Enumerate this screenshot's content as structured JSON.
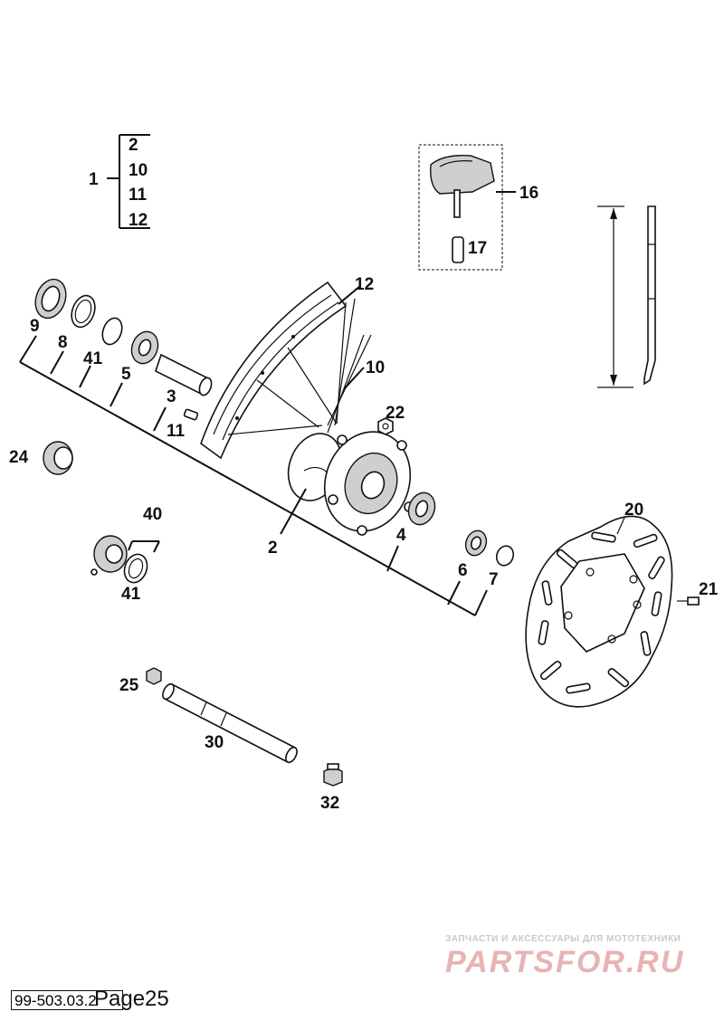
{
  "callouts": {
    "c1": "1",
    "c2a": "2",
    "c10a": "10",
    "c11a": "11",
    "c12a": "12",
    "c16": "16",
    "c17": "17",
    "c9": "9",
    "c8": "8",
    "c41a": "41",
    "c5": "5",
    "c3": "3",
    "c11b": "11",
    "c12b": "12",
    "c10b": "10",
    "c22": "22",
    "c24": "24",
    "c40": "40",
    "c41b": "41",
    "c2b": "2",
    "c4": "4",
    "c6": "6",
    "c7": "7",
    "c20": "20",
    "c21": "21",
    "c25": "25",
    "c30": "30",
    "c32": "32"
  },
  "watermark": {
    "caption": "ЗАПЧАСТИ И АКСЕССУАРЫ ДЛЯ МОТОТЕХНИКИ",
    "logo": "PARTSFOR.RU"
  },
  "footer": {
    "doc_code": "99-503.03.2",
    "page": "Page25"
  }
}
